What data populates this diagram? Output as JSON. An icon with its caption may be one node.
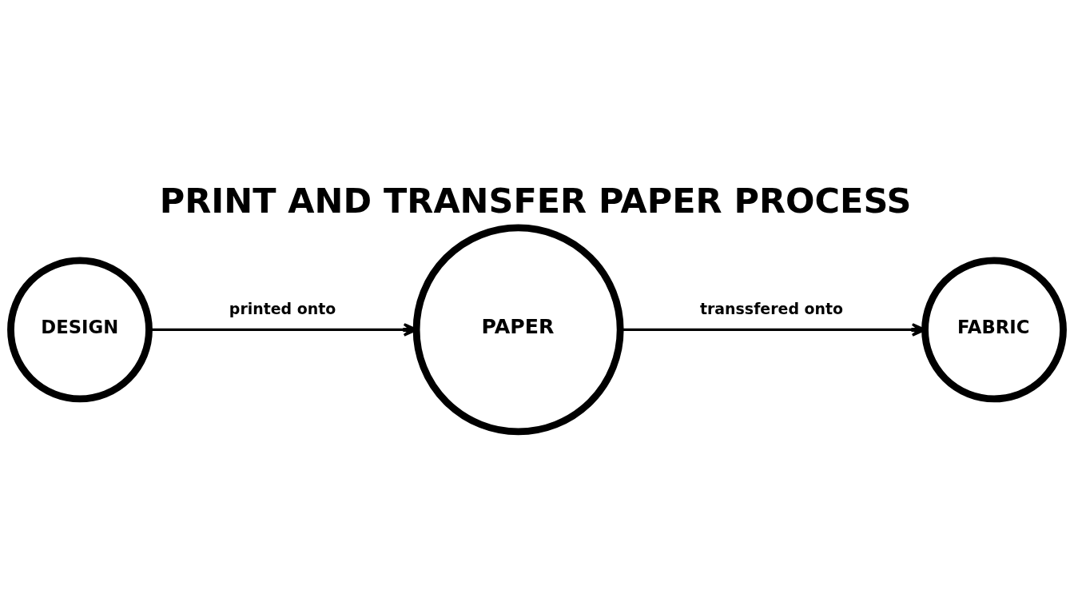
{
  "diagram": {
    "title": "PRINT AND TRANSFER PAPER PROCESS",
    "nodes": [
      {
        "text": [
          "DESIGN"
        ]
      },
      {
        "text": [
          "PAPER"
        ]
      },
      {
        "text": [
          "FABRIC"
        ]
      }
    ],
    "edges": [
      {
        "from": 0,
        "to": 1,
        "arrow": "to",
        "label": "printed onto"
      },
      {
        "from": 1,
        "to": 2,
        "arrow": "to",
        "label": "transsfered onto"
      }
    ]
  }
}
